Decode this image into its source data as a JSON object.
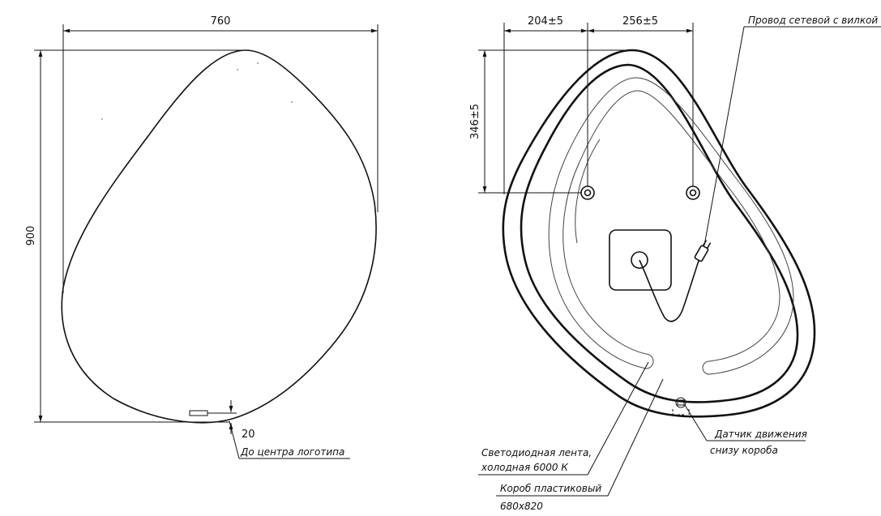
{
  "front_view": {
    "width_label": "760",
    "height_label": "900",
    "logo_offset_label": "20",
    "logo_note": "До центра логотипа"
  },
  "back_view": {
    "left_spacing_label": "204±5",
    "right_spacing_label": "256±5",
    "vertical_spacing_label": "346±5",
    "cable_note": "Провод сетевой с вилкой",
    "led_note_line1": "Светодиодная лента,",
    "led_note_line2": "холодная 6000 К",
    "sensor_note_line1": "Датчик движения",
    "sensor_note_line2": "снизу короба",
    "box_note_line1": "Короб пластиковый",
    "box_note_line2": "680x820"
  }
}
